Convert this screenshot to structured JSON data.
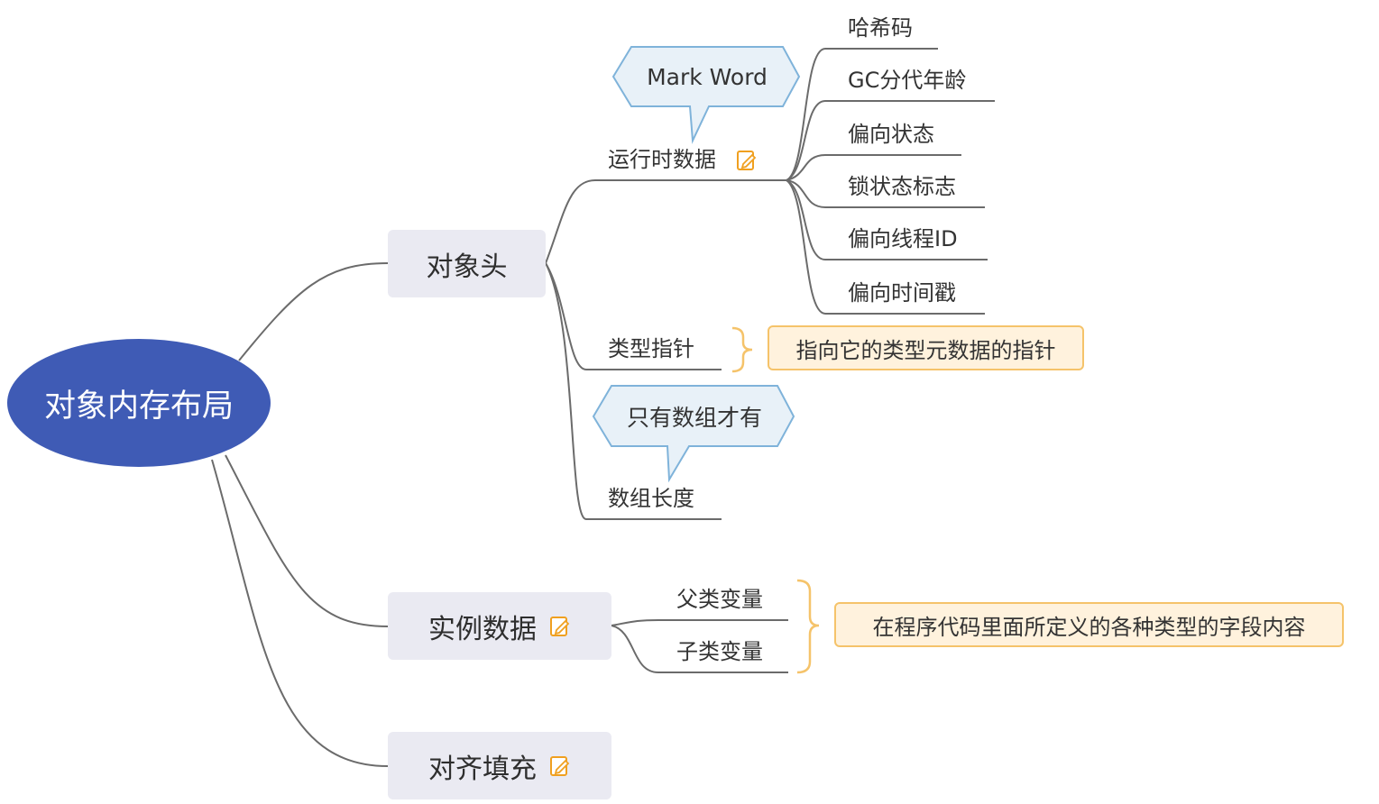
{
  "root": {
    "label": "对象内存布局"
  },
  "branches": {
    "object_header": {
      "label": "对象头",
      "runtime_data": {
        "label": "运行时数据",
        "callout": "Mark Word",
        "items": [
          "哈希码",
          "GC分代年龄",
          "偏向状态",
          "锁状态标志",
          "偏向线程ID",
          "偏向时间戳"
        ]
      },
      "type_pointer": {
        "label": "类型指针",
        "summary": "指向它的类型元数据的指针"
      },
      "array_length": {
        "label": "数组长度",
        "callout": "只有数组才有"
      }
    },
    "instance_data": {
      "label": "实例数据",
      "items": [
        "父类变量",
        "子类变量"
      ],
      "summary": "在程序代码里面所定义的各种类型的字段内容"
    },
    "padding": {
      "label": "对齐填充"
    }
  },
  "icons": {
    "note": "note-icon"
  },
  "colors": {
    "root_fill": "#3f5bb5",
    "topic_fill": "#eaeaf2",
    "callout_fill": "#e8f1f8",
    "callout_border": "#7fb3da",
    "summary_fill": "#fff2dd",
    "summary_border": "#f5c36a",
    "line": "#6b6b6b"
  }
}
